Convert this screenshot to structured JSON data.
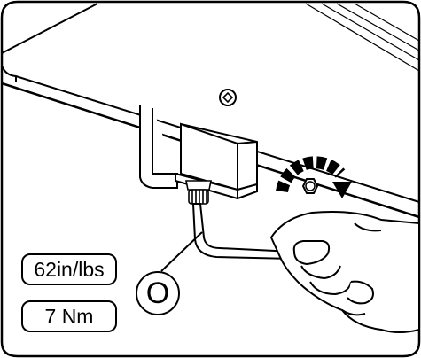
{
  "torque": {
    "imperial": "62in/lbs",
    "metric": "7 Nm"
  },
  "callout": {
    "letter": "O"
  },
  "colors": {
    "line": "#000000",
    "background": "#ffffff"
  },
  "icons": [
    "rotate-clockwise-arrow-icon",
    "hex-bolt-icon",
    "screw-head-icon",
    "allen-key-icon",
    "hand-icon"
  ]
}
